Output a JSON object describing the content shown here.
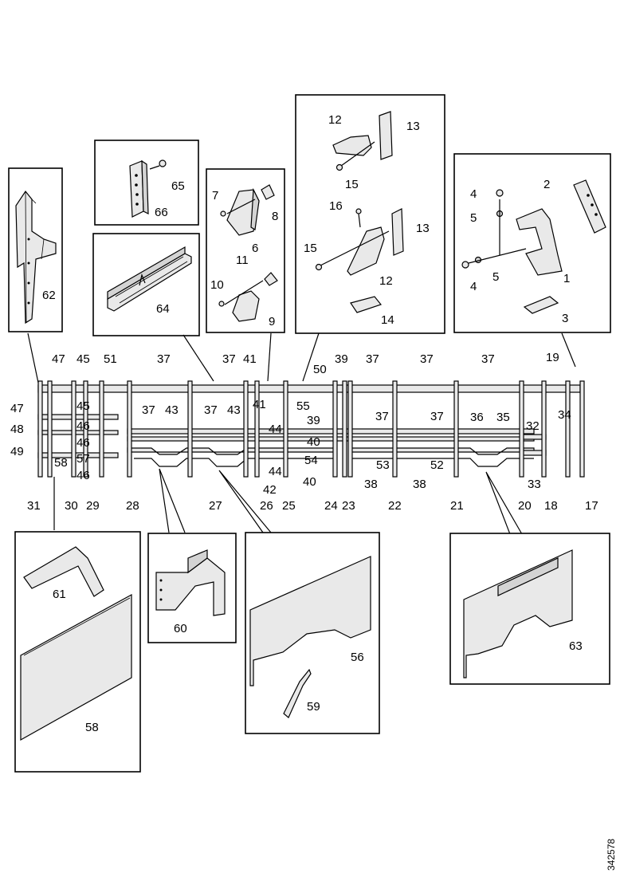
{
  "drawing_ref": "342578",
  "callouts": {
    "c1": "1",
    "c2": "2",
    "c3": "3",
    "c4a": "4",
    "c4b": "4",
    "c5a": "5",
    "c5b": "5",
    "c6": "6",
    "c7": "7",
    "c8": "8",
    "c9": "9",
    "c10": "10",
    "c11": "11",
    "c12a": "12",
    "c12b": "12",
    "c13a": "13",
    "c13b": "13",
    "c14": "14",
    "c15a": "15",
    "c15b": "15",
    "c16": "16",
    "c17": "17",
    "c18": "18",
    "c19": "19",
    "c20": "20",
    "c21": "21",
    "c22": "22",
    "c23": "23",
    "c24": "24",
    "c25": "25",
    "c26": "26",
    "c27": "27",
    "c28": "28",
    "c29": "29",
    "c30": "30",
    "c31": "31",
    "c32": "32",
    "c33": "33",
    "c34": "34",
    "c35": "35",
    "c36": "36",
    "c37a": "37",
    "c37b": "37",
    "c37c": "37",
    "c37d": "37",
    "c37e": "37",
    "c37f": "37",
    "c37g": "37",
    "c37h": "37",
    "c37i": "37",
    "c38a": "38",
    "c38b": "38",
    "c39a": "39",
    "c39b": "39",
    "c40a": "40",
    "c40b": "40",
    "c41a": "41",
    "c41b": "41",
    "c42": "42",
    "c43a": "43",
    "c43b": "43",
    "c44a": "44",
    "c44b": "44",
    "c45a": "45",
    "c45b": "45",
    "c46a": "46",
    "c46b": "46",
    "c46c": "46",
    "c47a": "47",
    "c47b": "47",
    "c48": "48",
    "c49": "49",
    "c50": "50",
    "c51": "51",
    "c52": "52",
    "c53": "53",
    "c54": "54",
    "c55": "55",
    "c56": "56",
    "c57": "57",
    "c58a": "58",
    "c58b": "58",
    "c59": "59",
    "c60": "60",
    "c61": "61",
    "c62": "62",
    "c63": "63",
    "c64": "64",
    "c65": "65",
    "c66": "66"
  }
}
